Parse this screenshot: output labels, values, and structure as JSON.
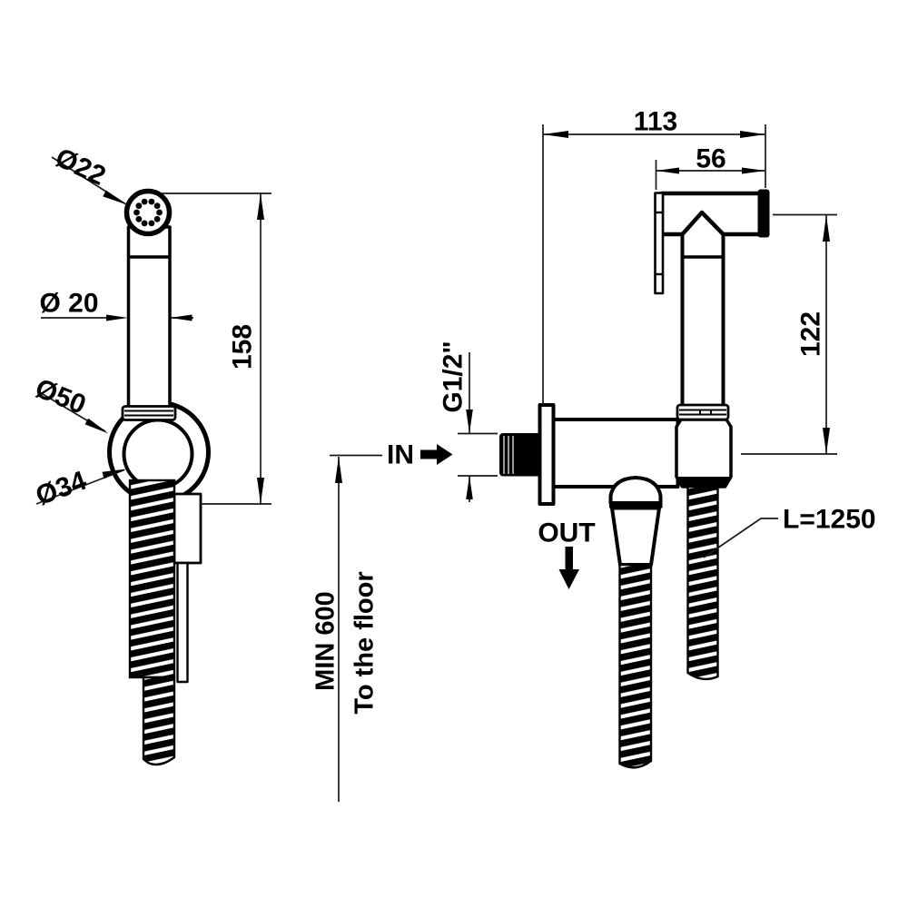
{
  "drawing": {
    "left_view": {
      "head_diameter": "Ø22",
      "handle_diameter": "Ø 20",
      "holder_outer_diameter": "Ø50",
      "holder_inner_diameter": "Ø34",
      "overall_height": "158"
    },
    "right_view": {
      "overall_width": "113",
      "head_length": "56",
      "head_to_outlet_height": "122",
      "inlet_thread": "G1/2\"",
      "inlet_label": "IN",
      "outlet_label": "OUT",
      "hose_length": "L=1250",
      "min_height": "MIN 600",
      "min_height_note": "To the floor"
    },
    "colors": {
      "line": "#000000",
      "background": "#ffffff"
    }
  }
}
